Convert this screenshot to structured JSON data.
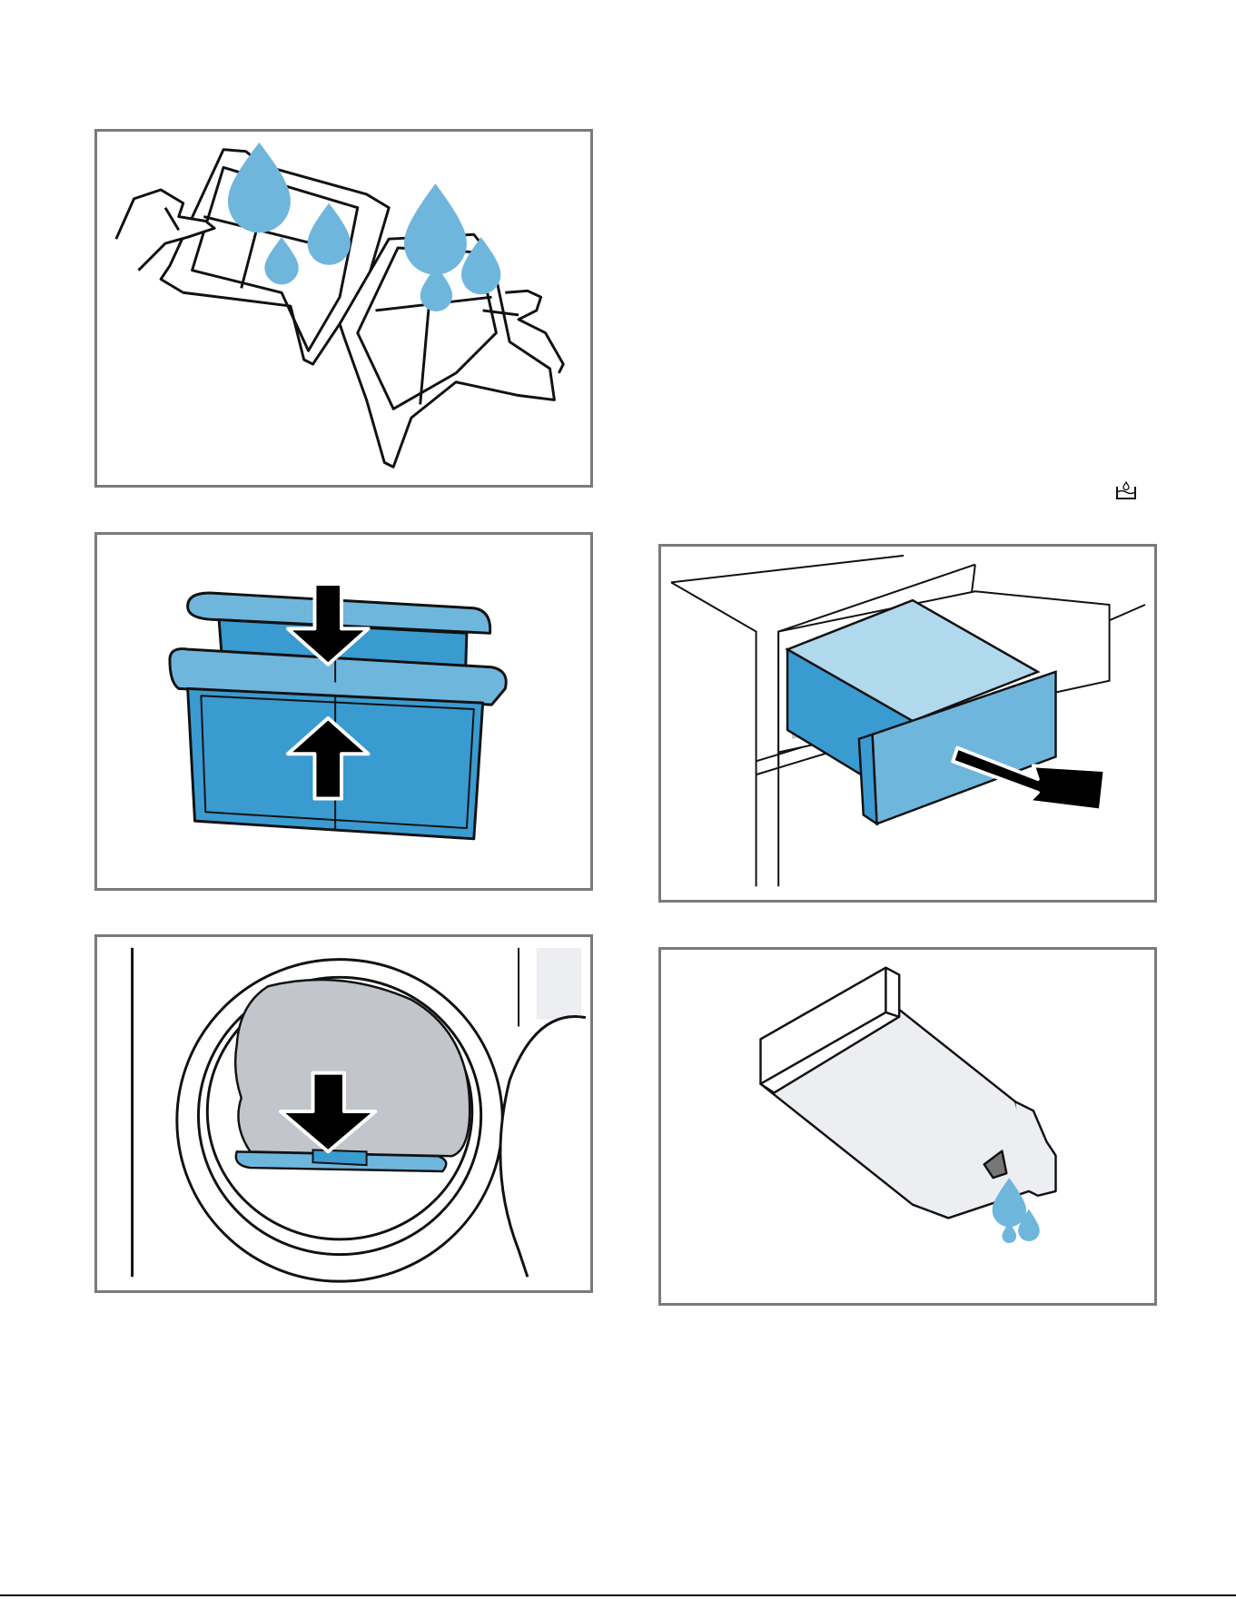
{
  "page": {
    "inline_icon": "water-tank-icon"
  },
  "panels": [
    {
      "id": "p1",
      "icon": "filter-rinse-under-water"
    },
    {
      "id": "p2",
      "icon": "filter-insert-press-arrows"
    },
    {
      "id": "p3",
      "icon": "filter-insert-into-door-arrow"
    },
    {
      "id": "p4",
      "icon": "water-tank-pull-out-arrow"
    },
    {
      "id": "p5",
      "icon": "water-tank-drain-drops"
    }
  ],
  "colors": {
    "water_blue": "#6fb6dd",
    "filter_blue": "#3a9bd1",
    "tank_light": "#b0d9ee",
    "gray_fill": "#c2c6cc",
    "frame_gray": "#7a7a7a"
  }
}
